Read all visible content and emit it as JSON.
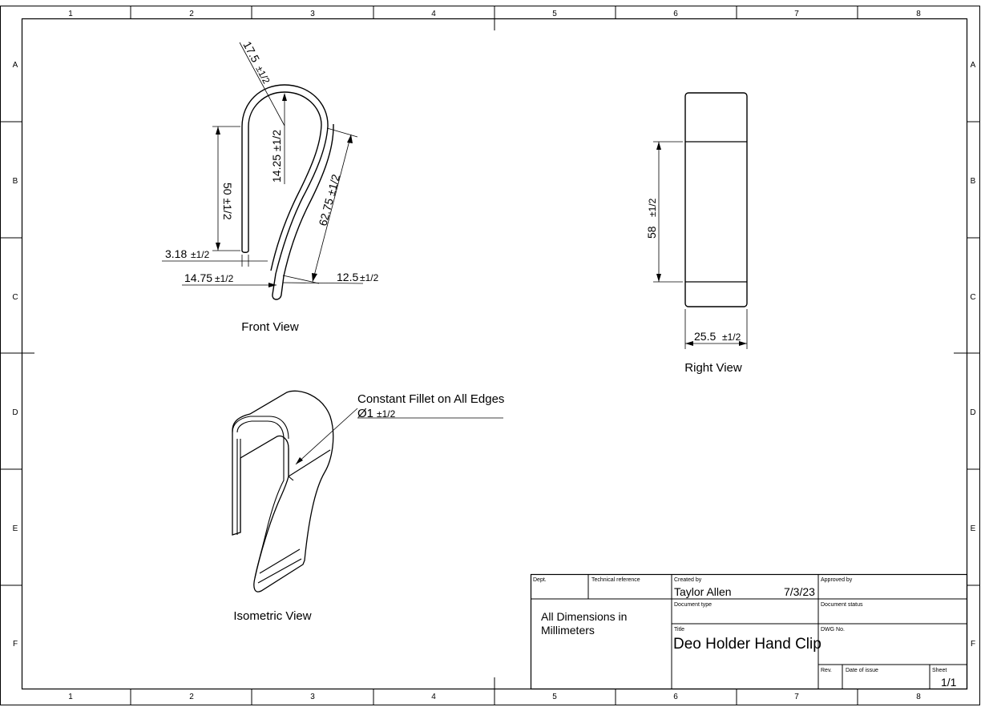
{
  "grid": {
    "columns": [
      "1",
      "2",
      "3",
      "4",
      "5",
      "6",
      "7",
      "8"
    ],
    "rows": [
      "A",
      "B",
      "C",
      "D",
      "E",
      "F"
    ]
  },
  "views": {
    "front": "Front View",
    "right": "Right View",
    "isometric": "Isometric View"
  },
  "dimensions": {
    "radius_outer": "17.5",
    "radius_outer_tol": "±1/2",
    "inner_height": "14.25 ±1/2",
    "length_curve": "62.75 ±1/2",
    "height_front": "50 ±1/2",
    "thickness": "3.18",
    "thickness_tol": "±1/2",
    "base_width": "14.75",
    "base_width_tol": "±1/2",
    "tip_width": "12.5",
    "tip_width_tol": "±1/2",
    "height_right": "58",
    "height_right_tol": "±1/2",
    "width_right": "25.5",
    "width_right_tol": "±1/2"
  },
  "note": {
    "line1": "Constant Fillet on All Edges",
    "line2_value": "Ø1",
    "line2_tol": "±1/2"
  },
  "title_block": {
    "dept_label": "Dept.",
    "tech_ref_label": "Technical reference",
    "created_by_label": "Created by",
    "created_by": "Taylor Allen",
    "date": "7/3/23",
    "approved_by_label": "Approved by",
    "doc_type_label": "Document type",
    "doc_status_label": "Document status",
    "units_line1": "All Dimensions in",
    "units_line2": "Millimeters",
    "title_label": "Title",
    "title": "Deo Holder Hand Clip",
    "dwg_no_label": "DWG No.",
    "rev_label": "Rev.",
    "date_of_issue_label": "Date of issue",
    "sheet_label": "Sheet",
    "sheet": "1/1"
  }
}
